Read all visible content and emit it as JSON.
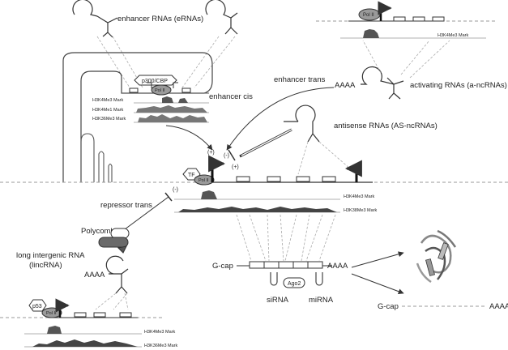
{
  "labels": {
    "enhancer_rnas": "enhancer RNAs (eRNAs)",
    "p300": "p300/CBP",
    "pol2": "Pol II",
    "h3k4me3": "H3K4Me3 Mark",
    "h3k4me1": "H3K4Me1 Mark",
    "h3k36me3": "H3K36Me3 Mark",
    "enhancer_cis": "enhancer cis",
    "enhancer_trans": "enhancer trans",
    "aaaa": "AAAA",
    "activating_rnas": "activating RNAs (a-ncRNAs)",
    "antisense_rnas": "antisense RNAs (AS-ncRNAs)",
    "plus": "(+)",
    "minus": "(-)",
    "tf": "TF",
    "repressor_trans": "repressor trans",
    "polycomb": "Polycomb",
    "lincrna_line1": "long intergenic RNA",
    "lincrna_line2": "(lincRNA)",
    "p53": "p53",
    "gcap": "G-cap",
    "ago2": "Ago2",
    "sirna": "siRNA",
    "mirna": "miRNA",
    "h3k36me3_alt": "H3K36Me3 Mark",
    "h3k38me3": "H3K38Me3 Mark",
    "h3k36me3_lower": "H3K36Me3 Mark"
  },
  "colors": {
    "line": "#333333",
    "dashed": "#999999",
    "peak": "#555555",
    "protein_fill": "#9a9a9a",
    "polycomb_fill": "#6a6a6a"
  }
}
